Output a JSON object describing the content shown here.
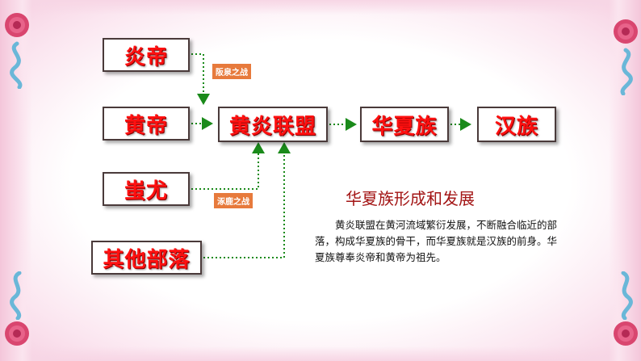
{
  "diagram": {
    "nodes": {
      "yandi": "炎帝",
      "huangdi": "黄帝",
      "chiyou": "蚩尤",
      "other_tribes": "其他部落",
      "alliance": "黄炎联盟",
      "huaxia": "华夏族",
      "han": "汉族"
    },
    "battles": {
      "banquan": "阪泉之战",
      "zhuolu": "涿鹿之战"
    }
  },
  "info": {
    "title": "华夏族形成和发展",
    "paragraph": "黄炎联盟在黄河流域繁衍发展，不断融合临近的部落，构成华夏族的骨干，而华夏族就是汉族的前身。华夏族尊奉炎帝和黄帝为祖先。"
  },
  "colors": {
    "node_text": "#ff1010",
    "arrow": "#1a8a1a",
    "battle_label_bg": "#e77a3c",
    "title": "#a31515"
  }
}
